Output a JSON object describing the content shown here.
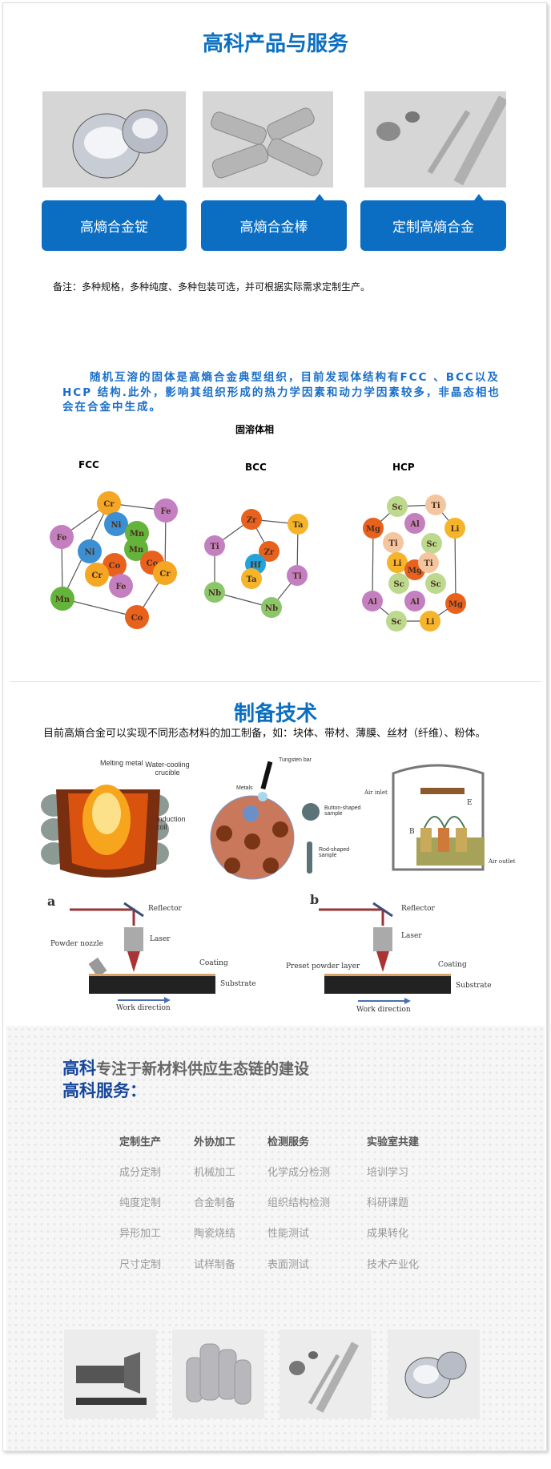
{
  "products": {
    "title": "高科产品与服务",
    "items": [
      {
        "label": "高熵合金锭"
      },
      {
        "label": "高熵合金棒"
      },
      {
        "label": "定制高熵合金"
      }
    ],
    "note": "备注：多种规格，多种纯度、多种包装可选，并可根据实际需求定制生产。"
  },
  "structure": {
    "paragraph": "随机互溶的固体是高熵合金典型组织，目前发现体结构有FCC 、BCC以及HCP 结构.此外，影响其组织形成的热力学因素和动力学因素较多，非晶态相也会在合金中生成。",
    "caption": "固溶体相",
    "phases": [
      {
        "label": "FCC",
        "atoms": [
          "Cr",
          "Fe",
          "Ni",
          "Fe",
          "Mn",
          "Ni",
          "Mn",
          "Co",
          "Co",
          "Cr",
          "Cr",
          "Fe",
          "Mn",
          "Co"
        ]
      },
      {
        "label": "BCC",
        "atoms": [
          "Zr",
          "Ta",
          "Ti",
          "Zr",
          "Hf",
          "Ta",
          "Ti",
          "Nb",
          "Nb"
        ]
      },
      {
        "label": "HCP",
        "atoms": [
          "Sc",
          "Ti",
          "Mg",
          "Al",
          "Li",
          "Ti",
          "Sc",
          "Li",
          "Mg",
          "Ti",
          "Sc",
          "Sc",
          "Al",
          "Al",
          "Mg",
          "Sc",
          "Li"
        ]
      }
    ],
    "atom_colors": {
      "Cr": "#f5a623",
      "Fe": "#c47fc0",
      "Ni": "#3d8fd4",
      "Mn": "#64b33a",
      "Co": "#e8621e",
      "Zr": "#e8621e",
      "Ta": "#f5b42a",
      "Ti": "#c47fc0",
      "Hf": "#23a2dc",
      "Nb": "#8cc66b",
      "Sc": "#bcd98e",
      "Mg": "#e8621e",
      "Al": "#c47fc0",
      "Li": "#f5b42a"
    },
    "hcp_ti_color": "#f4c6a0"
  },
  "preparation": {
    "title": "制备技术",
    "subtitle": "目前高熵合金可以实现不同形态材料的加工制备，如：块体、带材、薄膜、丝材（纤维）、粉体。",
    "induction": {
      "melting": "Melting metal",
      "crucible": "Water-cooling crucible",
      "coil": "Induction coil"
    },
    "arc": {
      "tungsten": "Tungsten bar",
      "metals": "Metals",
      "button": "Button-shaped sample",
      "rod": "Rod-shaped sample"
    },
    "sputter": {
      "inlet": "Air inlet",
      "outlet": "Air outlet",
      "e": "E",
      "b": "B"
    },
    "laser_a": {
      "tag": "a",
      "reflector": "Reflector",
      "laser": "Laser",
      "nozzle": "Powder nozzle",
      "coating": "Coating",
      "substrate": "Substrate",
      "direction": "Work direction"
    },
    "laser_b": {
      "tag": "b",
      "reflector": "Reflector",
      "laser": "Laser",
      "preset": "Preset powder layer",
      "coating": "Coating",
      "substrate": "Substrate",
      "direction": "Work direction"
    }
  },
  "services": {
    "brand": "高科",
    "slogan": "专注于新材料供应生态链的建设",
    "heading": "高科服务：",
    "columns": [
      {
        "header": "定制生产",
        "items": [
          "成分定制",
          "纯度定制",
          "异形加工",
          "尺寸定制"
        ]
      },
      {
        "header": "外协加工",
        "items": [
          "机械加工",
          "合金制备",
          "陶瓷烧结",
          "试样制备"
        ]
      },
      {
        "header": "检测服务",
        "items": [
          "化学成分检测",
          "组织结构检测",
          "性能测试",
          "表面测试"
        ]
      },
      {
        "header": "实验室共建",
        "items": [
          "培训学习",
          "科研课题",
          "成果转化",
          "技术产业化"
        ]
      }
    ]
  }
}
